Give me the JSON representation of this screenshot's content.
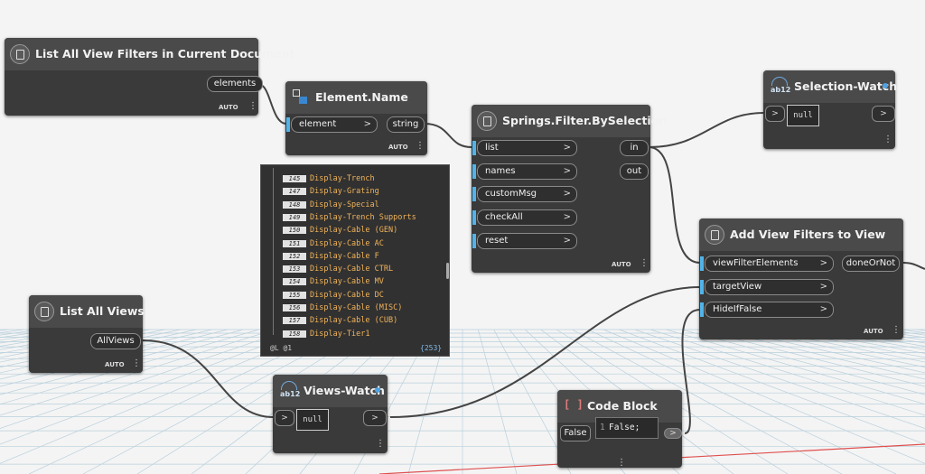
{
  "nodes": {
    "list_filters": {
      "title": "List All View Filters in Current Document",
      "output": "elements",
      "auto": "AUTO"
    },
    "element_name": {
      "title": "Element.Name",
      "input": "element",
      "output": "string",
      "auto": "AUTO"
    },
    "springs_filter": {
      "title": "Springs.Filter.BySelection",
      "inputs": [
        "list",
        "names",
        "customMsg",
        "checkAll",
        "reset"
      ],
      "outputs": [
        "in",
        "out"
      ],
      "auto": "AUTO"
    },
    "selection_watch": {
      "title": "Selection-Watch",
      "value": "null"
    },
    "add_view_filters": {
      "title": "Add View Filters to View",
      "inputs": [
        "viewFilterElements",
        "targetView",
        "HideIfFalse"
      ],
      "output": "doneOrNot",
      "auto": "AUTO"
    },
    "list_all_views": {
      "title": "List All Views",
      "output": "AllViews",
      "auto": "AUTO"
    },
    "views_watch": {
      "title": "Views-Watch",
      "value": "null"
    },
    "code_block": {
      "title": "Code Block",
      "output_label": "False",
      "line_number": "1",
      "code": "False;"
    }
  },
  "icons": {
    "ab_label": "ab12"
  },
  "preview_list": {
    "items": [
      {
        "index": "145",
        "value": "Display-Trench"
      },
      {
        "index": "147",
        "value": "Display-Grating"
      },
      {
        "index": "148",
        "value": "Display-Special"
      },
      {
        "index": "149",
        "value": "Display-Trench Supports"
      },
      {
        "index": "150",
        "value": "Display-Cable (GEN)"
      },
      {
        "index": "151",
        "value": "Display-Cable AC"
      },
      {
        "index": "152",
        "value": "Display-Cable F"
      },
      {
        "index": "153",
        "value": "Display-Cable CTRL"
      },
      {
        "index": "154",
        "value": "Display-Cable MV"
      },
      {
        "index": "155",
        "value": "Display-Cable DC"
      },
      {
        "index": "156",
        "value": "Display-Cable (MISC)"
      },
      {
        "index": "157",
        "value": "Display-Cable (CUB)"
      },
      {
        "index": "158",
        "value": "Display-Tier1"
      }
    ],
    "levels": "@L @1",
    "count": "{253}"
  },
  "colors": {
    "accent": "#51b3e8",
    "list_text": "#f0b35a",
    "node_bg": "#3a3a3a"
  }
}
